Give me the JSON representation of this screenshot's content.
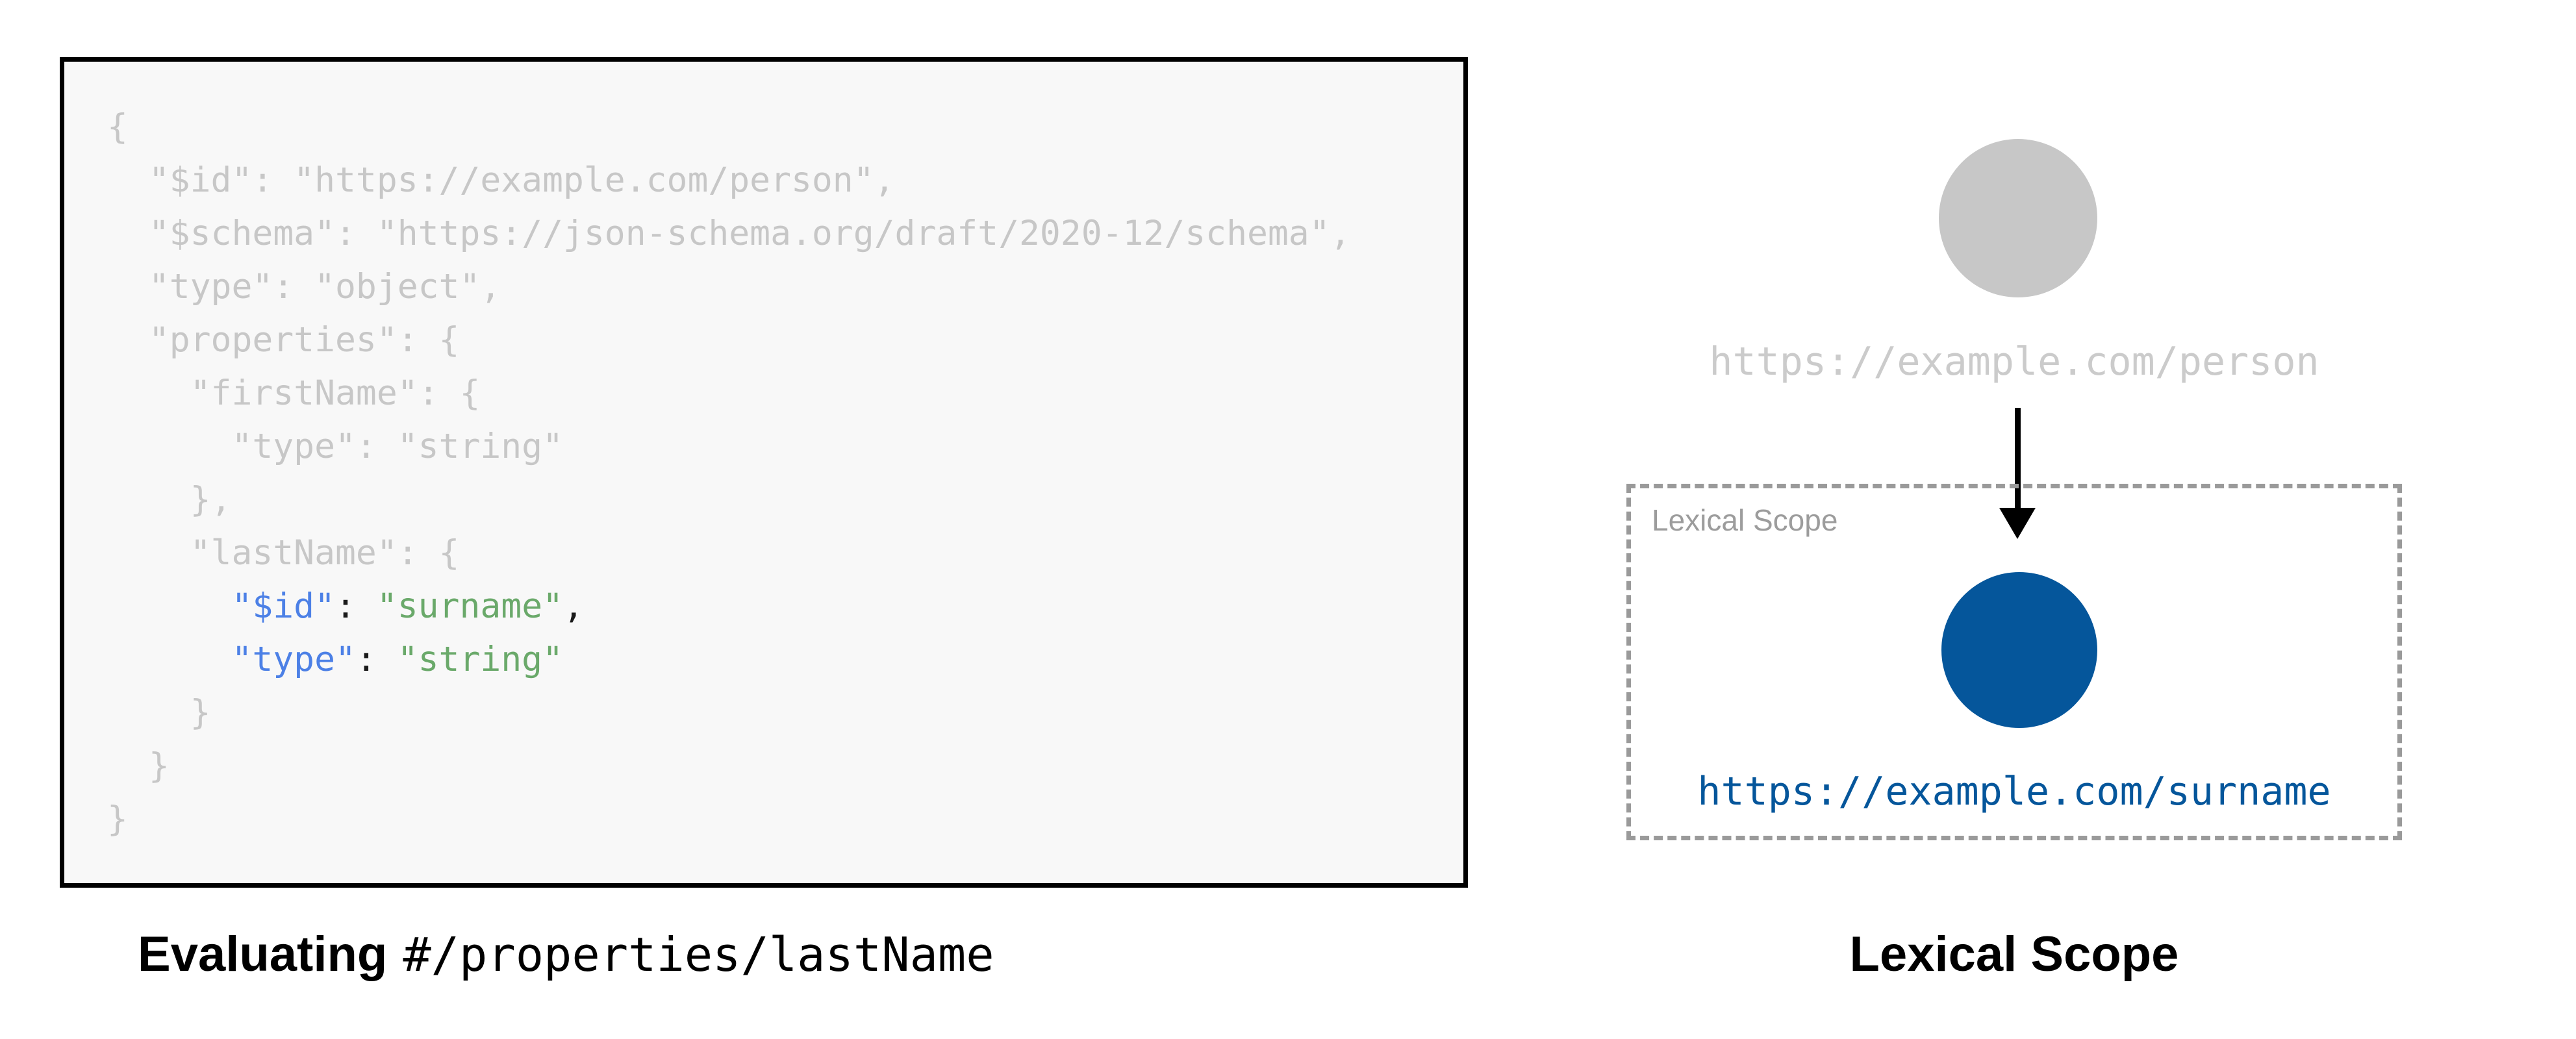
{
  "colors": {
    "code_muted": "#c7c7c7",
    "code_key_blue": "#4c80e6",
    "code_string_green": "#6aa96a",
    "code_punct_black": "#1a1a1a",
    "node_gray": "#c7c7c7",
    "node_blue": "#05569b",
    "dashed_border_gray": "#9a9a9a",
    "scope_label_gray": "#9c9c9c",
    "person_label_gray": "#cbcbcb",
    "code_box_bg": "#f8f8f8",
    "code_box_border": "#000000",
    "arrow_black": "#000000",
    "caption_black": "#000000"
  },
  "left_panel": {
    "caption": {
      "prefix": "Evaluating",
      "pointer": "#/properties/lastName"
    },
    "code": {
      "lines": [
        [
          {
            "t": "{",
            "c": "muted"
          }
        ],
        [
          {
            "t": "  \"$id\": \"https://example.com/person\",",
            "c": "muted"
          }
        ],
        [
          {
            "t": "  \"$schema\": \"https://json-schema.org/draft/2020-12/schema\",",
            "c": "muted"
          }
        ],
        [
          {
            "t": "  \"type\": \"object\",",
            "c": "muted"
          }
        ],
        [
          {
            "t": "  \"properties\": {",
            "c": "muted"
          }
        ],
        [
          {
            "t": "    \"firstName\": {",
            "c": "muted"
          }
        ],
        [
          {
            "t": "      \"type\": \"string\"",
            "c": "muted"
          }
        ],
        [
          {
            "t": "    },",
            "c": "muted"
          }
        ],
        [
          {
            "t": "    \"lastName\": {",
            "c": "muted"
          }
        ],
        [
          {
            "t": "      ",
            "c": "muted"
          },
          {
            "t": "\"$id\"",
            "c": "key"
          },
          {
            "t": ": ",
            "c": "punct"
          },
          {
            "t": "\"surname\"",
            "c": "str"
          },
          {
            "t": ",",
            "c": "punct"
          }
        ],
        [
          {
            "t": "      ",
            "c": "muted"
          },
          {
            "t": "\"type\"",
            "c": "key"
          },
          {
            "t": ": ",
            "c": "punct"
          },
          {
            "t": "\"string\"",
            "c": "str"
          }
        ],
        [
          {
            "t": "    }",
            "c": "muted"
          }
        ],
        [
          {
            "t": "  }",
            "c": "muted"
          }
        ],
        [
          {
            "t": "}",
            "c": "muted"
          }
        ]
      ]
    }
  },
  "right_panel": {
    "parent_node": {
      "label": "https://example.com/person"
    },
    "scope_box": {
      "label": "Lexical Scope"
    },
    "child_node": {
      "label": "https://example.com/surname"
    },
    "caption": "Lexical Scope"
  }
}
